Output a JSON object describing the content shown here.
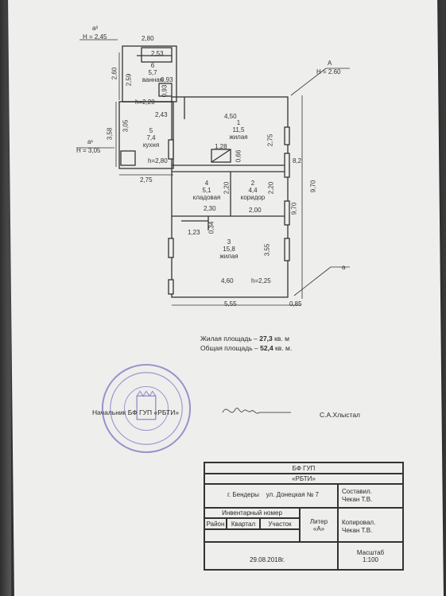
{
  "plan": {
    "marker_a2": "a²",
    "marker_a2_h": "H = 2,45",
    "marker_A": "A",
    "marker_A_h": "H = 2.60",
    "marker_a1": "a¹",
    "marker_a1_h": "H = 3,05",
    "marker_a": "a",
    "dims": {
      "d280": "2,80",
      "d253": "2,53",
      "d260": "2,60",
      "d259": "2,59",
      "d093": "0,93",
      "d093b": "0,93",
      "d220h": "h=2,20",
      "d243": "2,43",
      "d450": "4,50",
      "d358": "3,58",
      "d305": "3,05",
      "d275a": "2,75",
      "d128": "1,28",
      "d066": "0,66",
      "d82": "8,2",
      "d970a": "9,70",
      "d280h": "h=2,80",
      "d275b": "2,75",
      "d220a": "2,20",
      "d220b": "2,20",
      "d230": "2,30",
      "d200": "2,00",
      "d970b": "9,70",
      "d123": "1,23",
      "d034": "0,34",
      "d355": "3,55",
      "d460": "4,60",
      "d225h": "h=2,25",
      "d555": "5,55",
      "d085": "0,85"
    },
    "rooms": [
      {
        "num": "6",
        "area": "5,7",
        "name": "ванная"
      },
      {
        "num": "5",
        "area": "7,4",
        "name": "кухня"
      },
      {
        "num": "1",
        "area": "11,5",
        "name": "жилая"
      },
      {
        "num": "4",
        "area": "5,1",
        "name": "кладовая"
      },
      {
        "num": "2",
        "area": "4,4",
        "name": "коридор"
      },
      {
        "num": "3",
        "area": "15,8",
        "name": "жилая"
      }
    ]
  },
  "areas": {
    "living_label": "Жилая площадь –",
    "living_value": "27,3",
    "living_unit": "кв. м",
    "total_label": "Общая площадь –",
    "total_value": "52,4",
    "total_unit": "кв. м."
  },
  "signature": {
    "position": "Начальник БФ ГУП «РБТИ»",
    "name": "С.А.Хлыстал"
  },
  "title_block": {
    "org": "БФ ГУП",
    "org2": "«РБТИ»",
    "address_city": "г. Бендеры",
    "address_street": "ул. Донецкая № 7",
    "compiled_label": "Составил.",
    "compiled_name": "Чекан Т.В.",
    "inventory": "Инвентарный номер",
    "region": "Район",
    "quarter": "Квартал",
    "plot": "Участок",
    "liter_label": "Литер",
    "liter_value": "«А»",
    "copied_label": "Копировал.",
    "copied_name": "Чекан Т.В.",
    "date": "29.08.2018г.",
    "scale_label": "Масштаб",
    "scale_value": "1:100"
  }
}
